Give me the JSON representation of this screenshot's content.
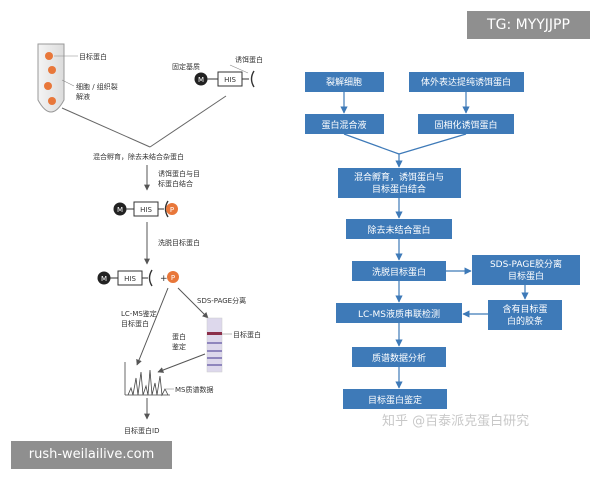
{
  "left": {
    "target_protein": "目标蛋白",
    "cell_lysate": [
      "细胞 / 组织裂",
      "解液"
    ],
    "solid_matrix": "固定基质",
    "bait_protein": "诱饵蛋白",
    "tag_m": "M",
    "tag_his": "HIS",
    "tag_p": "P",
    "mix_incubate": "混合孵育，除去未结合杂蛋白",
    "bait_target_bind": [
      "诱饵蛋白与目",
      "标蛋白结合"
    ],
    "elute": "洗脱目标蛋白",
    "plus": "+",
    "sds_page": "SDS-PAGE分离",
    "lcms_id": [
      "LC-MS鉴定",
      "目标蛋白"
    ],
    "protein_id": [
      "蛋白",
      "鉴定"
    ],
    "target_band": "目标蛋白",
    "ms_data": "MS质谱数据",
    "target_id": "目标蛋白ID"
  },
  "right": {
    "lysis": "裂解细胞",
    "express_purify": "体外表达提纯诱饵蛋白",
    "mixture": "蛋白混合液",
    "immobilize": "固相化诱饵蛋白",
    "incubate": [
      "混合孵育，诱饵蛋白与",
      "目标蛋白结合"
    ],
    "remove": "除去未结合蛋白",
    "elute": "洗脱目标蛋白",
    "sds": [
      "SDS-PAGE胶分离",
      "目标蛋白"
    ],
    "lcms": "LC-MS液质串联检测",
    "gel": [
      "含有目标蛋",
      "白的胶条"
    ],
    "ms_analysis": "质谱数据分析",
    "identify": "目标蛋白鉴定"
  },
  "watermarks": {
    "tg": "TG: MYYJJPP",
    "site": "rush-weilailive.com",
    "zhihu": "知乎 @百泰派克蛋白研究"
  },
  "colors": {
    "box": "#3e7ab8",
    "box_text": "#ffffff",
    "orange": "#e8773a",
    "line": "#555555"
  }
}
